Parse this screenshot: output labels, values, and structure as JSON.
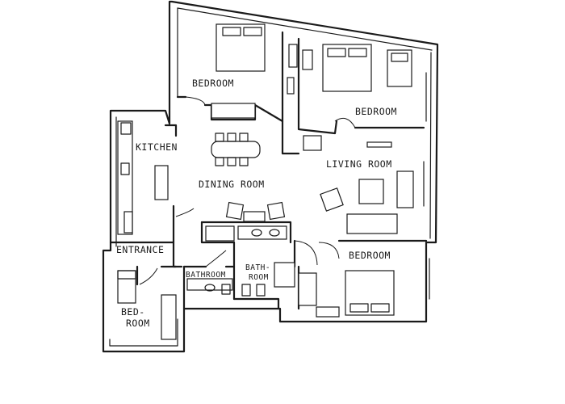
{
  "rooms": {
    "bedroom_top_left": "BEDROOM",
    "bedroom_top_right": "BEDROOM",
    "kitchen": "KITCHEN",
    "dining_room": "DINING ROOM",
    "living_room": "LIVING ROOM",
    "entrance": "ENTRANCE",
    "bedroom_bottom_right": "BEDROOM",
    "bathroom_left": "BATHROOM",
    "bathroom_right_line1": "BATH-",
    "bathroom_right_line2": "ROOM",
    "bedroom_small_line1": "BED-",
    "bedroom_small_line2": "ROOM"
  }
}
